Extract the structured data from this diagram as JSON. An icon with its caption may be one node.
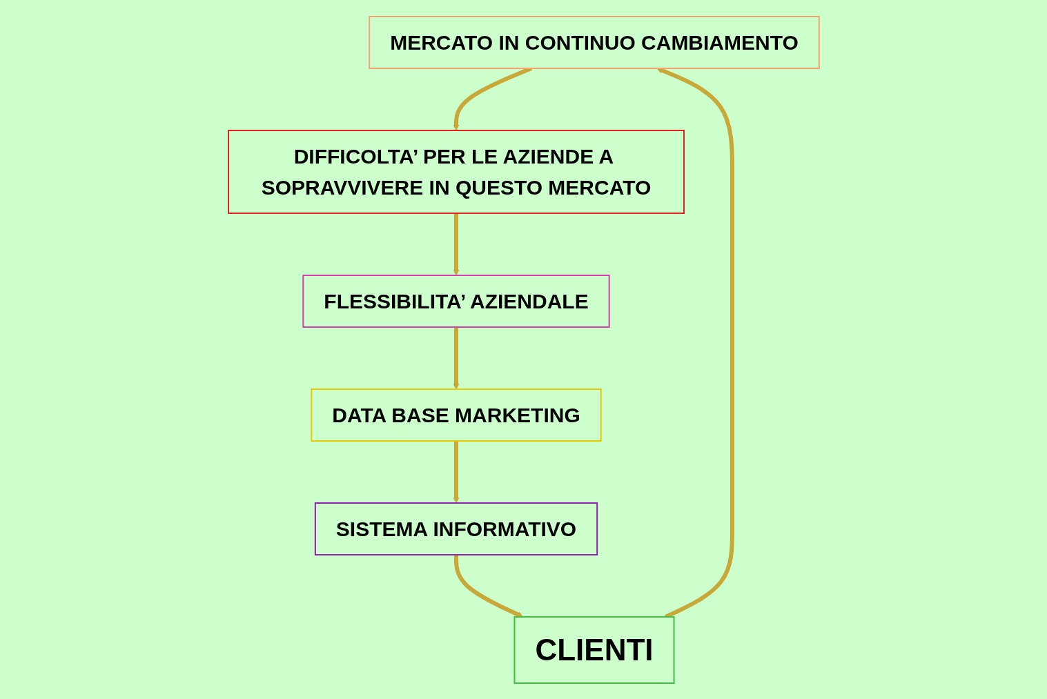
{
  "diagram": {
    "nodes": [
      {
        "text": [
          "MERCATO IN CONTINUO CAMBIAMENTO"
        ]
      },
      {
        "text": [
          "DIFFICOLTA’ PER LE AZIENDE A SOPRAVVIVERE IN QUESTO MERCATO"
        ]
      },
      {
        "text": [
          "FLESSIBILITA’ AZIENDALE"
        ]
      },
      {
        "text": [
          "DATA BASE MARKETING"
        ]
      },
      {
        "text": [
          "SISTEMA INFORMATIVO"
        ]
      },
      {
        "text": [
          "CLIENTI"
        ]
      }
    ],
    "edges": [
      {
        "from": 0,
        "to": 1,
        "arrow": "to"
      },
      {
        "from": 1,
        "to": 2,
        "arrow": "to"
      },
      {
        "from": 2,
        "to": 3,
        "arrow": "to"
      },
      {
        "from": 3,
        "to": 4,
        "arrow": "to"
      },
      {
        "from": 4,
        "to": 5,
        "arrow": "to"
      },
      {
        "from": 5,
        "to": 0,
        "arrow": "to"
      }
    ]
  }
}
